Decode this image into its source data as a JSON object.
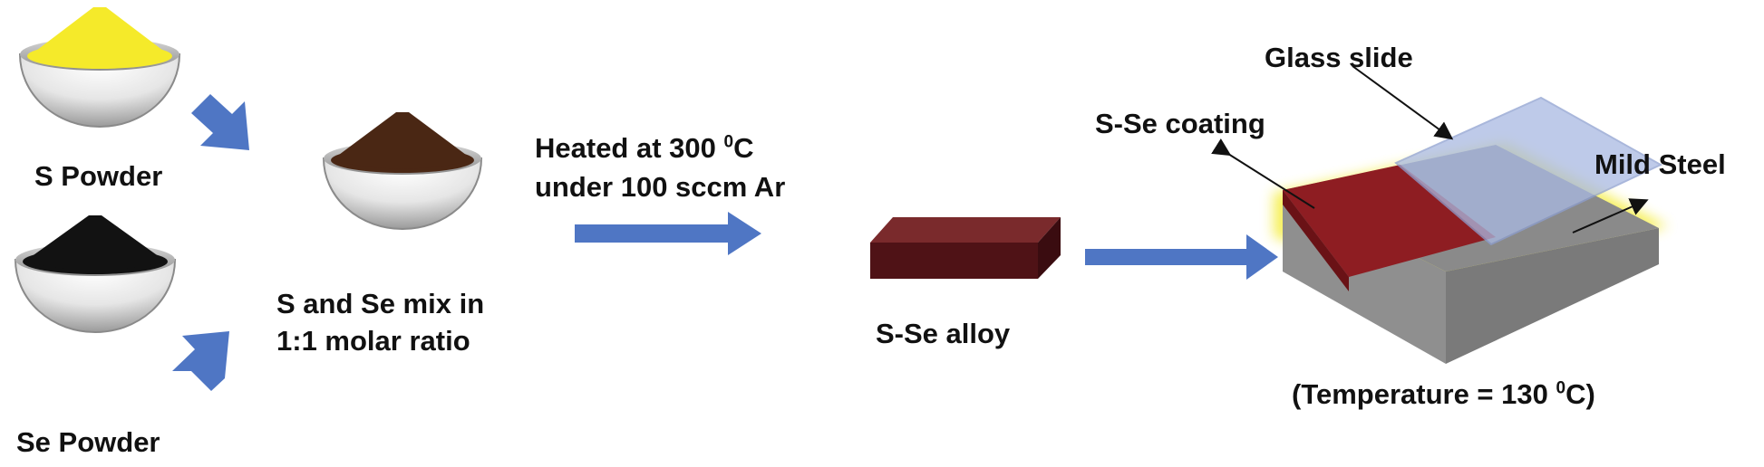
{
  "labels": {
    "s_powder": "S Powder",
    "se_powder": "Se Powder",
    "mix_line1": "S and Se mix in",
    "mix_line2": "1:1 molar ratio",
    "heat_line1_prefix": "Heated at 300 ",
    "heat_line1_sup": "0",
    "heat_line1_suffix": "C",
    "heat_line2": "under 100 sccm Ar",
    "alloy": "S-Se alloy",
    "glass_slide": "Glass slide",
    "coating": "S-Se coating",
    "mild_steel": "Mild Steel",
    "temp_prefix": "(Temperature = 130 ",
    "temp_sup": "0",
    "temp_suffix": "C)"
  },
  "colors": {
    "arrow": "#4f76c4",
    "sulfur": "#f5ea2a",
    "selenium": "#121212",
    "mixture": "#4a2714",
    "alloy_front": "#4f1216",
    "alloy_top": "#7a2a2c",
    "coating": "#8e1d22",
    "steel": "#8a8a8a",
    "glass": "#a9b9e2",
    "glow": "#f5ee4a"
  }
}
